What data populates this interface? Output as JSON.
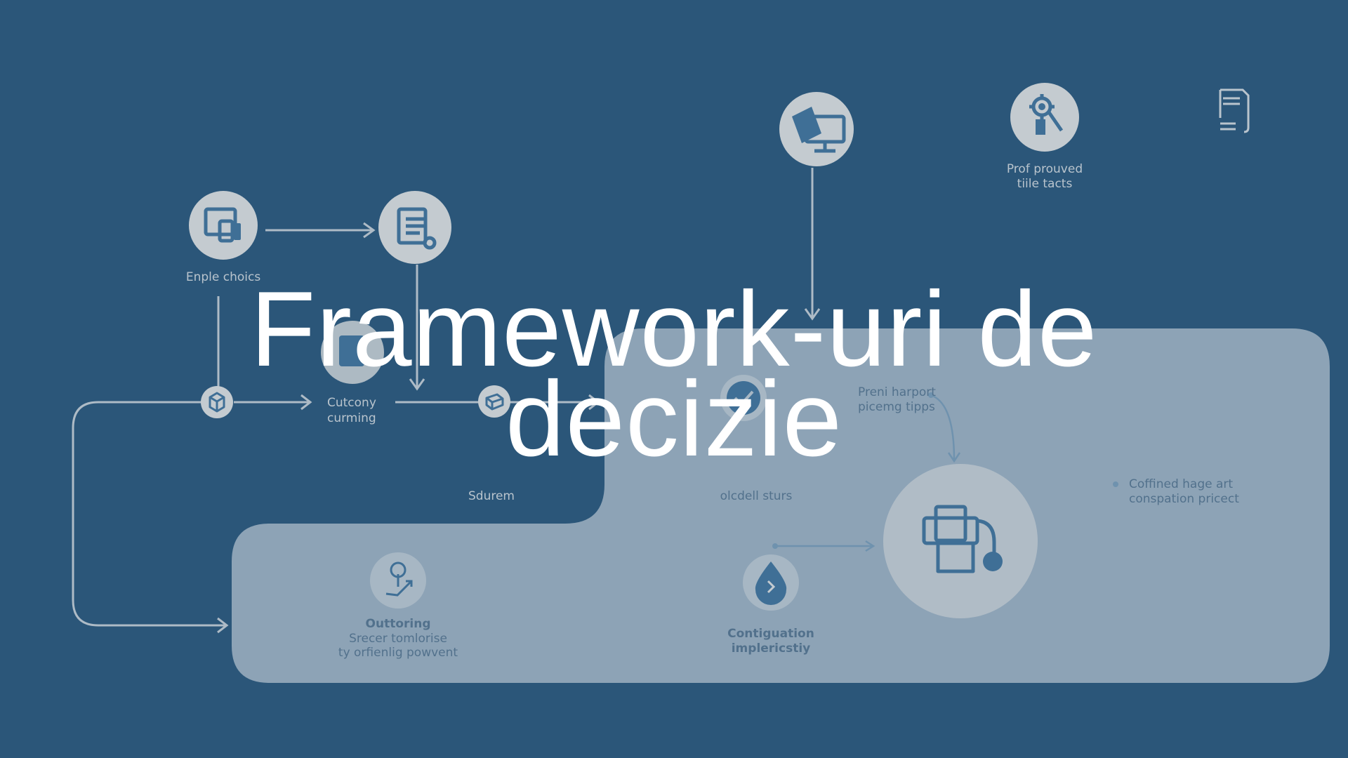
{
  "slide": {
    "title_line1": "Framework-uri de",
    "title_line2": "decizie",
    "colors": {
      "background": "#2b5679",
      "panel": "#8da3b6",
      "node": "#c4cbd0",
      "icon": "#3f6f96",
      "title": "#ffffff"
    }
  },
  "diagram": {
    "nodes": [
      {
        "icon": "devices-icon",
        "label": [
          "Enple choics"
        ]
      },
      {
        "icon": "document-list-icon",
        "label": []
      },
      {
        "icon": "monitor-icon",
        "label": []
      },
      {
        "icon": "gear-tool-icon",
        "label": [
          "Prof prouved",
          "tiile tacts"
        ]
      },
      {
        "icon": "document-icon",
        "label": []
      },
      {
        "icon": "box-icon",
        "label": []
      },
      {
        "icon": "package-icon",
        "label": [
          "Sdurem"
        ]
      },
      {
        "icon": "checkmark-icon",
        "label": [
          "olcdell sturs"
        ]
      },
      {
        "icon": "printer-icon",
        "label": []
      },
      {
        "icon": "drop-icon",
        "label": [
          "Contiguation",
          "implericstiy"
        ]
      },
      {
        "icon": "growth-icon",
        "label": [
          "Outtoring",
          "Srecer tomlorise",
          "ty orfienlig powvent"
        ]
      }
    ],
    "labels": {
      "cutcony": [
        "Cutcony",
        "curming"
      ],
      "preni": [
        "Preni harport",
        "picemg tipps"
      ],
      "coffined": [
        "Coffined hage art",
        "conspation pricect"
      ]
    }
  }
}
